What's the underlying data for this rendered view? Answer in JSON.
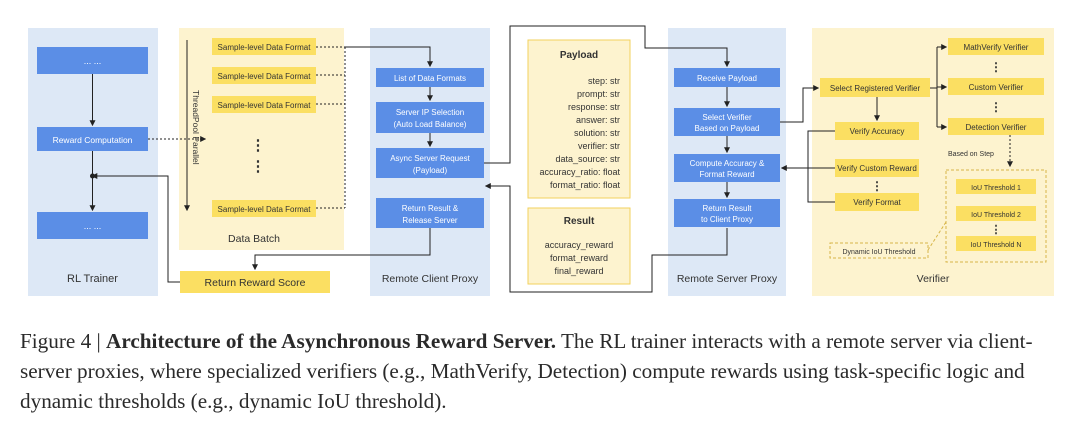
{
  "rl_trainer": {
    "title": "RL Trainer",
    "top_box": "... ...",
    "reward_box": "Reward Computation",
    "bottom_box": "... ..."
  },
  "data_batch": {
    "title": "Data Batch",
    "item_label": "Sample-level Data Format",
    "side_label": "ThreadPool  Parallel",
    "ellipsis": "⋮"
  },
  "return_reward_score": "Return Reward Score",
  "client_proxy": {
    "title": "Remote Client  Proxy",
    "box1": "List of Data Formats",
    "box2_line1": "Server IP Selection",
    "box2_line2": "(Auto Load Balance)",
    "box3_line1": "Async Server Request",
    "box3_line2": "(Payload)",
    "box4_line1": "Return Result &",
    "box4_line2": "Release Server"
  },
  "payload": {
    "title": "Payload",
    "fields": [
      "step: str",
      "prompt: str",
      "response: str",
      "answer: str",
      "solution: str",
      "verifier: str",
      "data_source: str",
      "accuracy_ratio: float",
      "format_ratio: float"
    ]
  },
  "result": {
    "title": "Result",
    "fields": [
      "accuracy_reward",
      "format_reward",
      "final_reward"
    ]
  },
  "server_proxy": {
    "title": "Remote Server Proxy",
    "box1": "Receive Payload",
    "box2_line1": "Select Verifier",
    "box2_line2": "Based on Payload",
    "box3_line1": "Compute Accuracy &",
    "box3_line2": "Format Reward",
    "box4_line1": "Return Result",
    "box4_line2": "to Client Proxy"
  },
  "verifier": {
    "title": "Verifier",
    "select": "Select Registered Verifier",
    "verify_accuracy": "Verify Accuracy",
    "verify_custom": "Verify Custom Reward",
    "verify_format": "Verify Format",
    "math": "MathVerify Verifier",
    "custom": "Custom Verifier",
    "detection": "Detection  Verifier",
    "based_on_step": "Based on Step",
    "iou1": "IoU Threshold 1",
    "iou2": "IoU Threshold 2",
    "iou3": "IoU Threshold N",
    "dynamic": "Dynamic IoU Threshold",
    "ellipsis": "⋮"
  },
  "caption": {
    "prefix": "Figure 4 | ",
    "bold": "Architecture of the Asynchronous Reward Server.",
    "body": " The RL trainer interacts with a remote server via client-server proxies, where specialized verifiers (e.g., MathVerify, Detection) compute rewards using task-specific logic and dynamic thresholds (e.g., dynamic IoU threshold)."
  },
  "colors": {
    "blue_panel": "#dde8f6",
    "blue_box": "#5b8ee6",
    "yellow_panel": "#fdf3cf",
    "yellow_box": "#fbdf62"
  }
}
